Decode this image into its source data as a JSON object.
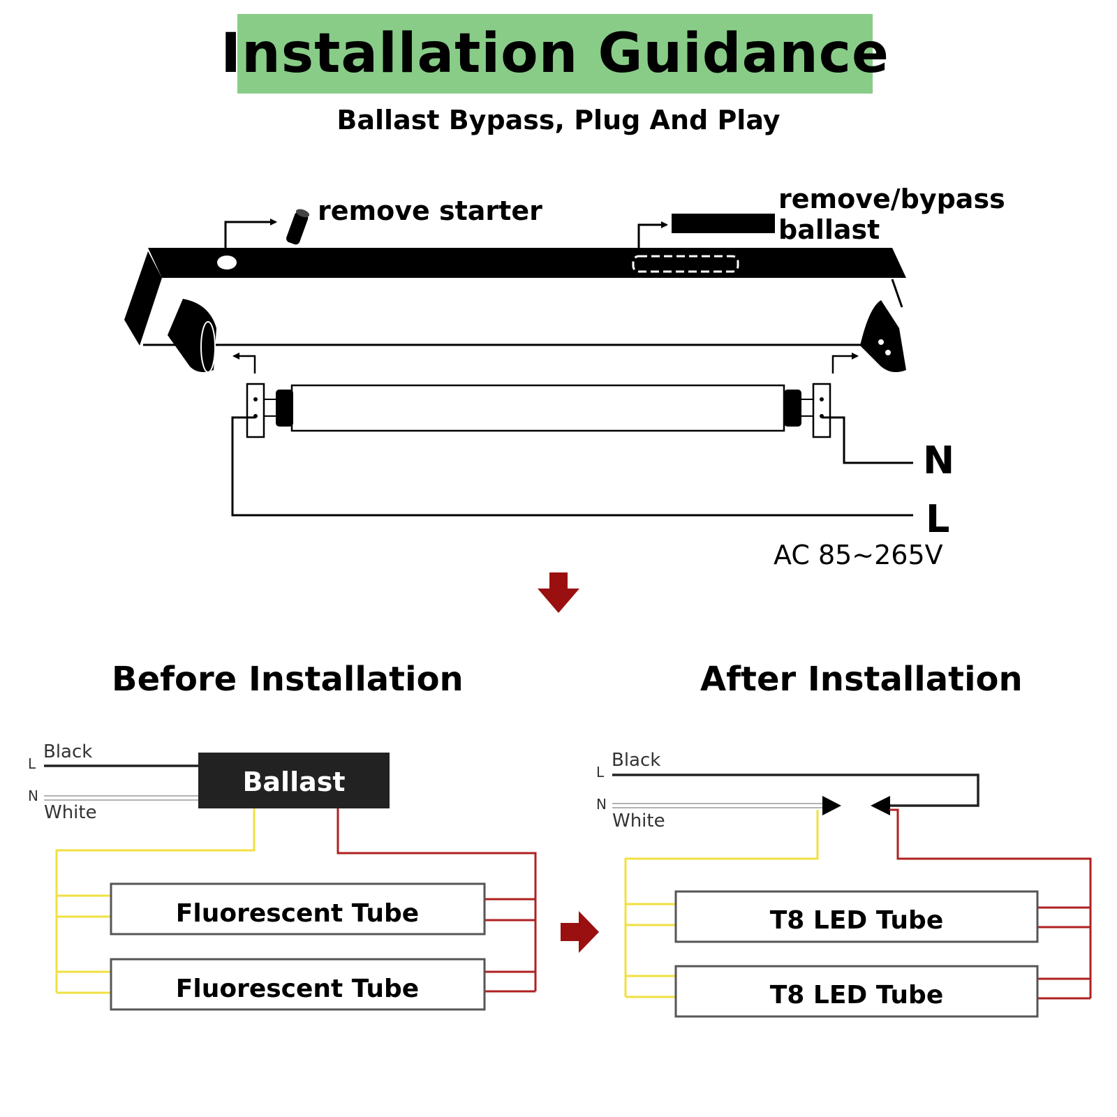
{
  "header": {
    "title": "Installation Guidance",
    "subtitle": "Ballast Bypass, Plug And Play"
  },
  "fixture": {
    "remove_starter_label": "remove starter",
    "remove_ballast_label_line1": "remove/bypass",
    "remove_ballast_label_line2": "ballast",
    "neutral_label": "N",
    "live_label": "L",
    "voltage_label": "AC 85~265V"
  },
  "before": {
    "heading": "Before Installation",
    "live_letter": "L",
    "live_wire_label": "Black",
    "neutral_letter": "N",
    "neutral_wire_label": "White",
    "ballast_label": "Ballast",
    "tube1_label": "Fluorescent Tube",
    "tube2_label": "Fluorescent Tube"
  },
  "after": {
    "heading": "After Installation",
    "live_letter": "L",
    "live_wire_label": "Black",
    "neutral_letter": "N",
    "neutral_wire_label": "White",
    "tube1_label": "T8 LED Tube",
    "tube2_label": "T8 LED Tube"
  },
  "colors": {
    "banner": "#88cc88",
    "yellow_wire": "#f0e040",
    "red_wire": "#b02020",
    "arrow_red": "#9a0f0f",
    "ballast_fill": "#222222"
  }
}
